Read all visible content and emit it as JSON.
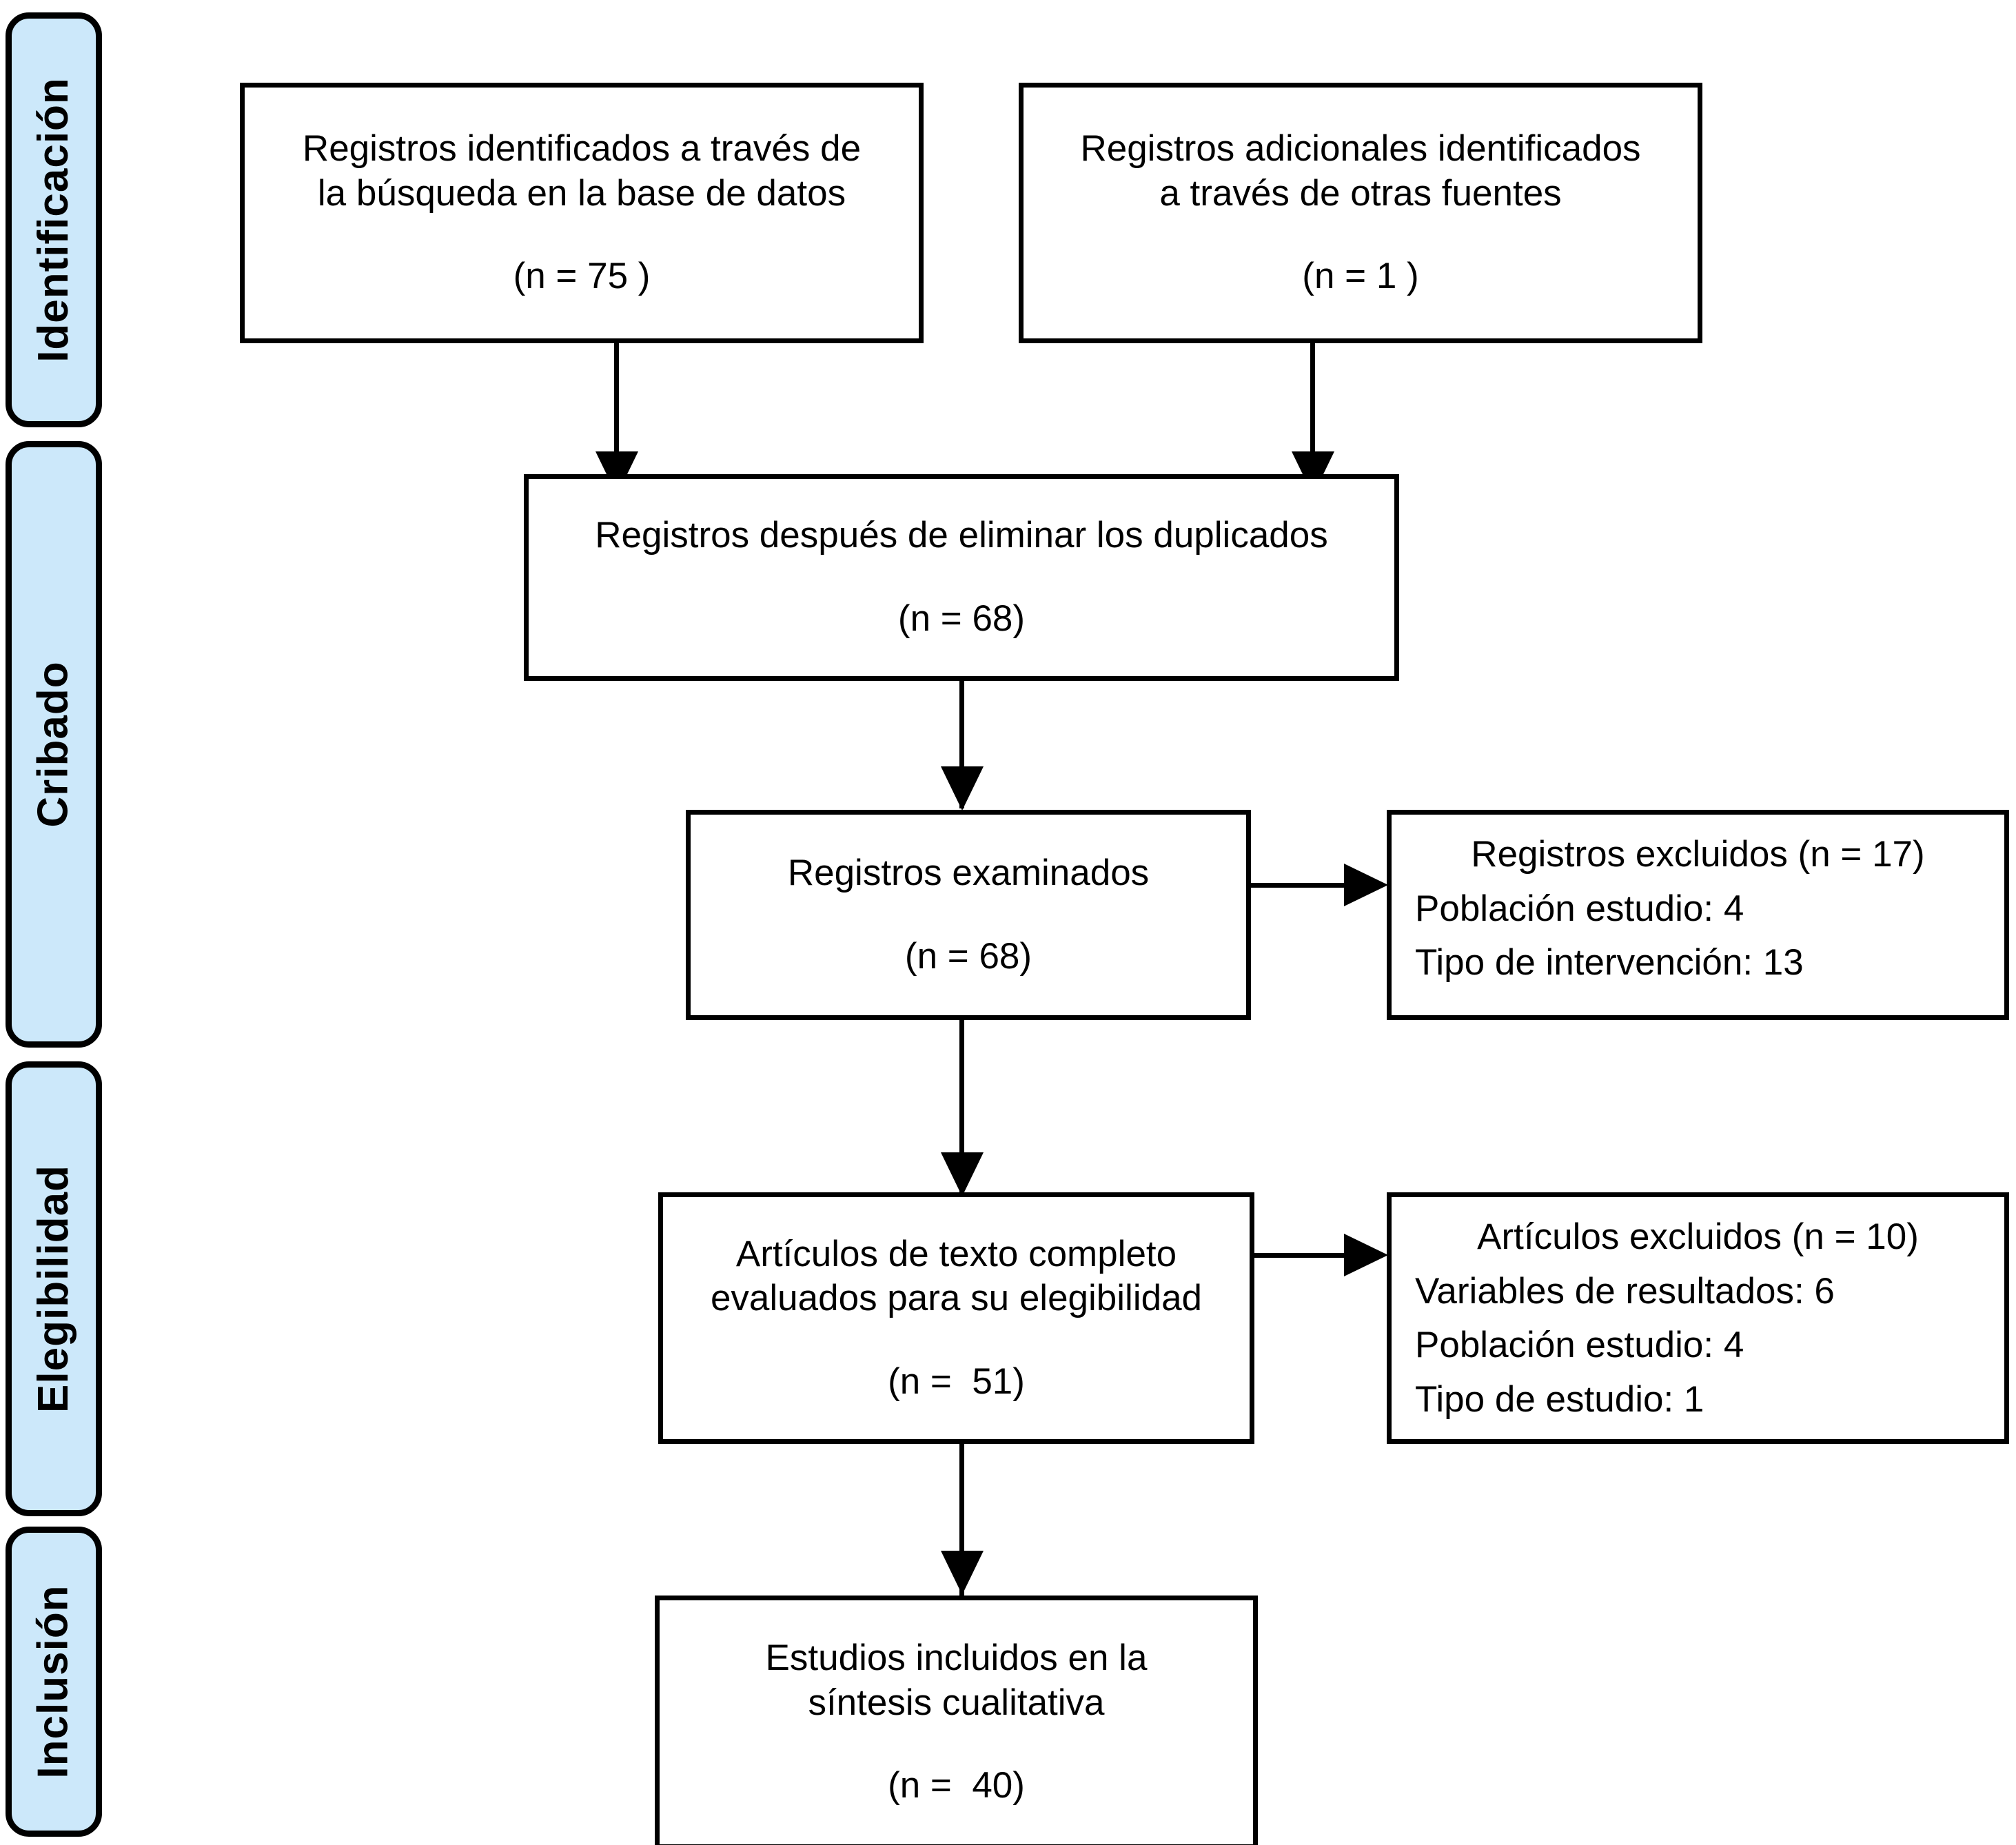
{
  "diagram": {
    "type": "prisma-flow-diagram",
    "language": "es",
    "accent_color": "#cce8fa",
    "line_color": "#000000",
    "background_color": "#ffffff"
  },
  "stages": [
    {
      "id": "identificacion",
      "label": "Identificación"
    },
    {
      "id": "cribado",
      "label": "Cribado"
    },
    {
      "id": "elegibilidad",
      "label": "Elegibilidad"
    },
    {
      "id": "inclusion",
      "label": "Inclusión"
    }
  ],
  "boxes": {
    "database_records": {
      "line1": "Registros identificados a través de",
      "line2": "la búsqueda en la base de datos",
      "count": "(n = 75 )"
    },
    "other_sources_records": {
      "line1": "Registros adicionales identificados",
      "line2": "a través de otras fuentes",
      "count": "(n = 1 )"
    },
    "after_duplicates": {
      "line1": "Registros después de eliminar los duplicados",
      "count": "(n = 68)"
    },
    "screened_records": {
      "line1": "Registros examinados",
      "count": "(n = 68)"
    },
    "excluded_records": {
      "head": "Registros excluidos (n = 17)",
      "reason1": "Población estudio: 4",
      "reason2": "Tipo de intervención: 13"
    },
    "fulltext_assessed": {
      "line1": "Artículos de texto completo",
      "line2": "evaluados para su elegibilidad",
      "count": "(n =  51)"
    },
    "excluded_articles": {
      "head": "Artículos excluidos (n = 10)",
      "reason1": "Variables de resultados: 6",
      "reason2": "Población estudio: 4",
      "reason3": "Tipo de estudio: 1"
    },
    "included_studies": {
      "line1": "Estudios incluidos en la",
      "line2": "síntesis cualitativa",
      "count": "(n =  40)"
    }
  }
}
